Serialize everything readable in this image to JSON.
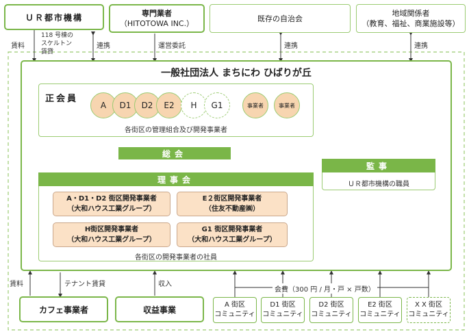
{
  "top": {
    "ur": "ＵＲ都市機構",
    "specialist_line1": "専門業者",
    "specialist_line2": "（HITOTOWA INC.）",
    "existing_assoc": "既存の自治会",
    "local_line1": "地域関係者",
    "local_line2": "（教育、福祉、商業施設等）"
  },
  "labels": {
    "rent": "賃料",
    "building_line1": "118 号棟の",
    "building_line2": "スケルトン",
    "building_line3": "賃貸",
    "cooperation1": "連携",
    "management": "運営委託",
    "cooperation2": "連携",
    "cooperation3": "連携",
    "rent_bottom": "賃料",
    "tenant_lease": "テナント賃貸",
    "income": "収入",
    "fee": "会費（300 円 / 月・戸 × 戸数）"
  },
  "org": {
    "title": "一般社団法人 まちにわ ひばりが丘",
    "members_title": "正会員",
    "members": [
      "A",
      "D1",
      "D2",
      "E2",
      "H",
      "G1",
      "事業者",
      "事業者"
    ],
    "members_caption": "各街区の管理組合及び開発事業者",
    "general_meeting": "総会",
    "auditor": "監事",
    "auditor_desc": "ＵＲ都市機構の職員",
    "board": "理事会",
    "developers": [
      {
        "l1": "A・D1・D2 街区開発事業者",
        "l2": "（大和ハウス工業グループ）"
      },
      {
        "l1": "E２街区開発事業者",
        "l2": "（住友不動産㈱）"
      },
      {
        "l1": "H街区開発事業者",
        "l2": "（大和ハウス工業グループ）"
      },
      {
        "l1": "G1 街区開発事業者",
        "l2": "（大和ハウス工業グループ）"
      }
    ],
    "board_caption": "各街区の開発事業者の社員"
  },
  "bottom": {
    "cafe": "カフェ事業者",
    "profit": "収益事業",
    "communities": [
      {
        "l1": "A 街区",
        "l2": "コミュニティ"
      },
      {
        "l1": "D1 街区",
        "l2": "コミュニティ"
      },
      {
        "l1": "D2 街区",
        "l2": "コミュニティ"
      },
      {
        "l1": "E2 街区",
        "l2": "コミュニティ"
      },
      {
        "l1": "X X 街区",
        "l2": "コミュニティ"
      }
    ]
  },
  "colors": {
    "green": "#7ab648",
    "light_green": "#9bcb72",
    "peach": "#fbe1c6"
  }
}
